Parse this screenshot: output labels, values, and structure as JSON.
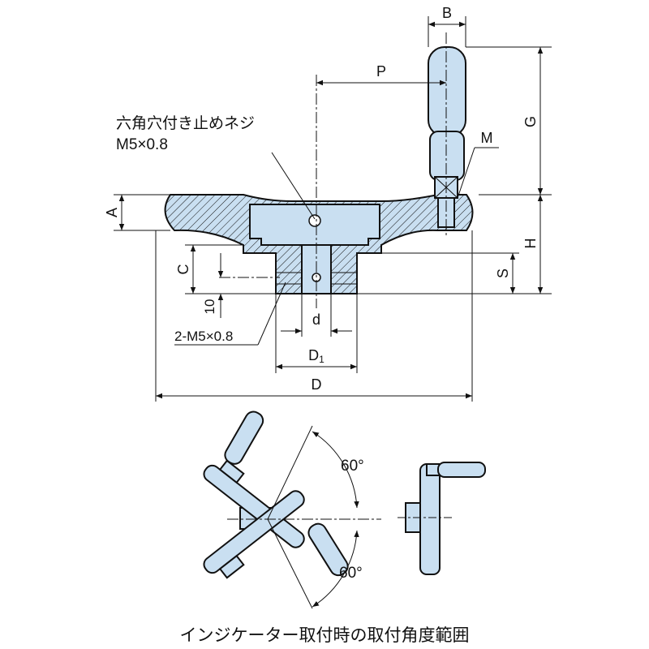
{
  "labels": {
    "B": "B",
    "P": "P",
    "G": "G",
    "M": "M",
    "A": "A",
    "H": "H",
    "C": "C",
    "S": "S",
    "ten": "10",
    "d": "d",
    "D1_main": "D",
    "D1_sub": "1",
    "D": "D",
    "screw_note_line1": "六角穴付き止めネジ",
    "screw_note_line2": "M5×0.8",
    "tap_note": "2-M5×0.8",
    "angle_upper": "60°",
    "angle_lower": "60°",
    "caption": "インジケーター取付時の取付角度範囲"
  },
  "colors": {
    "part_fill": "#c9dff1",
    "line": "#111111",
    "background": "#ffffff"
  }
}
